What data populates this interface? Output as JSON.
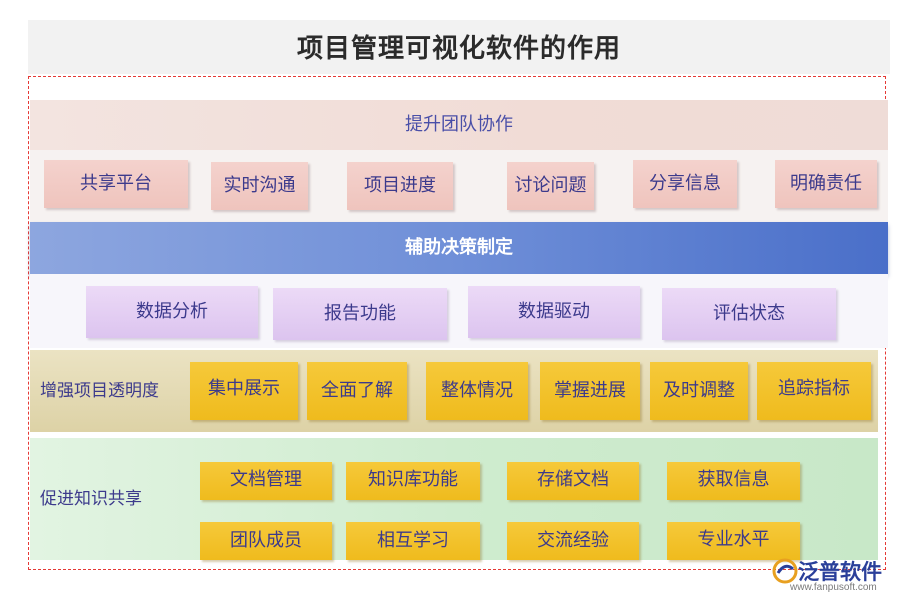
{
  "title": "项目管理可视化软件的作用",
  "teamwork": {
    "title": "提升团队协作",
    "items": [
      "共享平台",
      "实时沟通",
      "项目进度",
      "讨论问题",
      "分享信息",
      "明确责任"
    ]
  },
  "decision": {
    "title": "辅助决策制定",
    "items": [
      "数据分析",
      "报告功能",
      "数据驱动",
      "评估状态"
    ]
  },
  "transparency": {
    "title": "增强项目透明度",
    "items": [
      "集中展示",
      "全面了解",
      "整体情况",
      "掌握进展",
      "及时调整",
      "追踪指标"
    ]
  },
  "knowledge": {
    "title": "促进知识共享",
    "items": [
      "文档管理",
      "知识库功能",
      "存储文档",
      "获取信息",
      "团队成员",
      "相互学习",
      "交流经验",
      "专业水平"
    ]
  },
  "logo": {
    "name": "泛普软件",
    "url": "www.fanpusoft.com",
    "icon": "fanpu-logo-icon"
  },
  "colors": {
    "text_primary": "#3c3a8c",
    "decision_band": "#6f8fd8",
    "gold_box": "#f2c02a",
    "pink_box": "#f2cbc5",
    "violet_box": "#e4cff3",
    "frame_border": "#e53935"
  }
}
